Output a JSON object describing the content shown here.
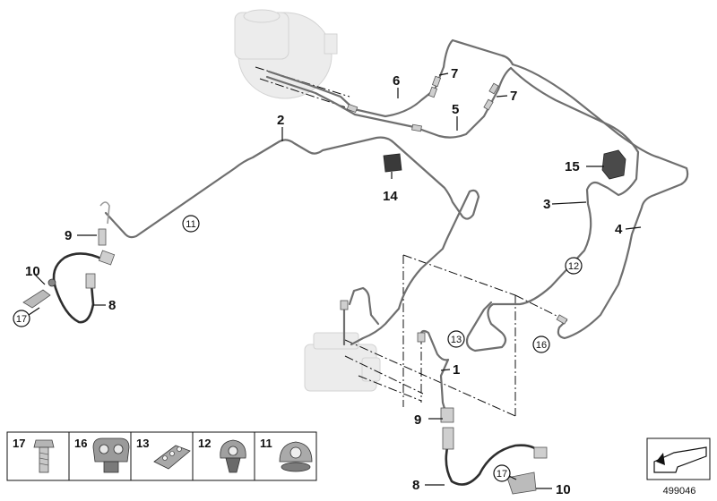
{
  "callouts": {
    "c1": "1",
    "c2": "2",
    "c3": "3",
    "c4": "4",
    "c5": "5",
    "c6": "6",
    "c7a": "7",
    "c7b": "7",
    "c8a": "8",
    "c8b": "8",
    "c9a": "9",
    "c9b": "9",
    "c10a": "10",
    "c10b": "10",
    "c14": "14",
    "c15": "15"
  },
  "circled": {
    "c11": "11",
    "c12": "12",
    "c13": "13",
    "c16": "16",
    "c17a": "17",
    "c17b": "17"
  },
  "legend": {
    "items": [
      {
        "number": "17"
      },
      {
        "number": "16"
      },
      {
        "number": "13"
      },
      {
        "number": "12"
      },
      {
        "number": "11"
      }
    ]
  },
  "part_id": "499046"
}
